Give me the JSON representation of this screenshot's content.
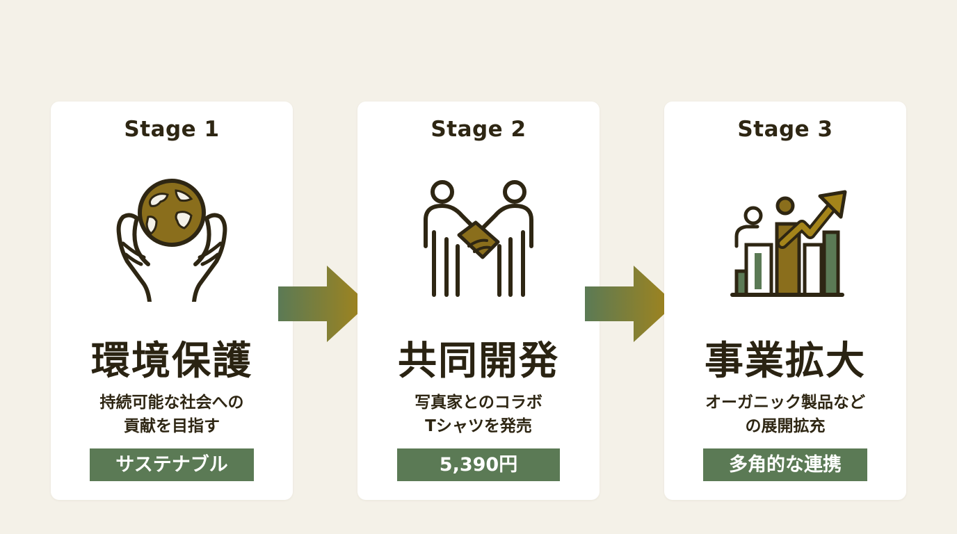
{
  "stages": [
    {
      "stage_label": "Stage 1",
      "title": "環境保護",
      "desc_line1": "持続可能な社会への",
      "desc_line2": "貢献を目指す",
      "badge": "サステナブル",
      "icon": "hands-holding-globe-icon"
    },
    {
      "stage_label": "Stage 2",
      "title": "共同開発",
      "desc_line1": "写真家とのコラボ",
      "desc_line2": "Tシャツを発売",
      "badge": "5,390円",
      "icon": "handshake-icon"
    },
    {
      "stage_label": "Stage 3",
      "title": "事業拡大",
      "desc_line1": "オーガニック製品など",
      "desc_line2": "の展開拡充",
      "badge": "多角的な連携",
      "icon": "growth-chart-icon"
    }
  ],
  "colors": {
    "background": "#f4f1e8",
    "card": "#ffffff",
    "ink": "#2e2613",
    "accent_gold": "#8a6e1c",
    "accent_green": "#5b7a55"
  }
}
